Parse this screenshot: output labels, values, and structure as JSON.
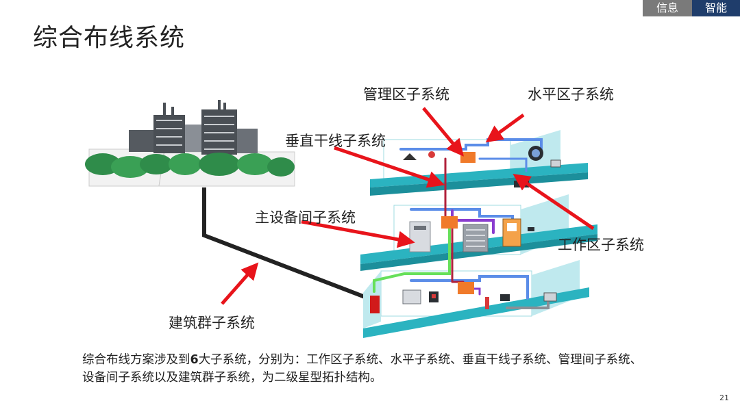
{
  "header": {
    "tab_info": "信息",
    "tab_smart": "智能"
  },
  "title": "综合布线系统",
  "labels": {
    "management": "管理区子系统",
    "horizontal": "水平区子系统",
    "vertical": "垂直干线子系统",
    "equipment": "主设备间子系统",
    "work_area": "工作区子系统",
    "campus": "建筑群子系统"
  },
  "description": {
    "prefix": "综合布线方案涉及到",
    "count": "6",
    "suffix": "大子系统，分别为：工作区子系统、水平子系统、垂直干线子系统、管理间子系统、设备间子系统以及建筑群子系统，为二级星型拓扑结构。"
  },
  "page_number": "21",
  "colors": {
    "floor": "#2bb3c0",
    "wall": "#bfe9ee",
    "arrow": "#e8141b",
    "cable_blue": "#5b8de8",
    "cable_purple": "#8a3ccf",
    "cable_green": "#66e05a",
    "riser": "#b0203a"
  }
}
